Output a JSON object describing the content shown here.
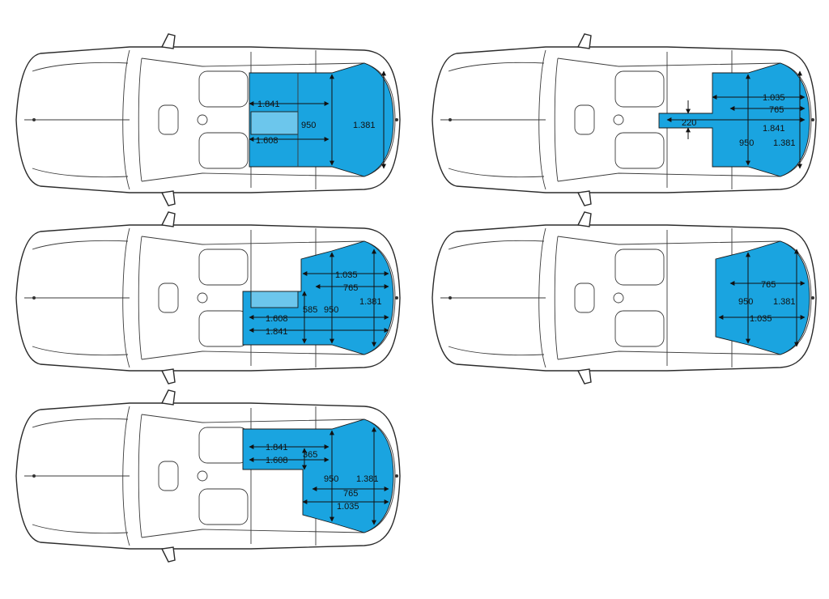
{
  "diagrams": [
    {
      "id": "a",
      "labels": {
        "w1": "1.841",
        "w2": "1.608",
        "len": "950",
        "full": "1.381"
      }
    },
    {
      "id": "b",
      "labels": {
        "w1": "1.035",
        "w2": "765",
        "w3": "1.841",
        "mid": "220",
        "len": "950",
        "full": "1.381"
      }
    },
    {
      "id": "c",
      "labels": {
        "w1": "1.035",
        "w2": "765",
        "w3": "1.608",
        "w4": "1.841",
        "mid": "585",
        "len": "950",
        "full": "1.381"
      }
    },
    {
      "id": "d",
      "labels": {
        "w1": "765",
        "w2": "1.035",
        "len": "950",
        "full": "1.381"
      }
    },
    {
      "id": "e",
      "labels": {
        "w1": "1.841",
        "w2": "1.608",
        "mid": "365",
        "len": "950",
        "full": "1.381",
        "w3": "765",
        "w4": "1.035"
      }
    }
  ],
  "colors": {
    "cargo": "#1aa4e0",
    "cargo_light": "#6cc6ec",
    "outline": "#2b2b2b"
  }
}
